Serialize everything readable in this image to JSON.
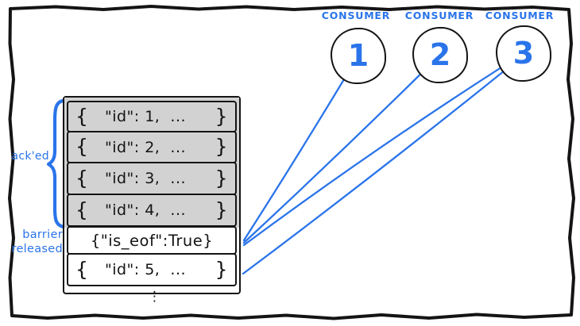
{
  "colors": {
    "accent_blue": "#2a74ea",
    "row_gray": "#d2d2d2",
    "ink": "#141414"
  },
  "consumers": [
    {
      "label": "CONSUMER",
      "number": "1"
    },
    {
      "label": "CONSUMER",
      "number": "2"
    },
    {
      "label": "CONSUMER",
      "number": "3"
    }
  ],
  "queue": {
    "rows": [
      {
        "open": "{",
        "body": "\"id\": 1,  ...",
        "close": "}",
        "state": "acked"
      },
      {
        "open": "{",
        "body": "\"id\": 2,  ...",
        "close": "}",
        "state": "acked"
      },
      {
        "open": "{",
        "body": "\"id\": 3,  ...",
        "close": "}",
        "state": "acked"
      },
      {
        "open": "{",
        "body": "\"id\": 4,  ...",
        "close": "}",
        "state": "acked"
      },
      {
        "text": "{\"is_eof\":True}",
        "state": "barrier"
      },
      {
        "open": "{",
        "body": "\"id\": 5,  ...",
        "close": "}",
        "state": "pending"
      }
    ],
    "continuation": "⋮"
  },
  "labels": {
    "acked": "ack'ed",
    "barrier_line1": "barrier",
    "barrier_line2": "released"
  }
}
